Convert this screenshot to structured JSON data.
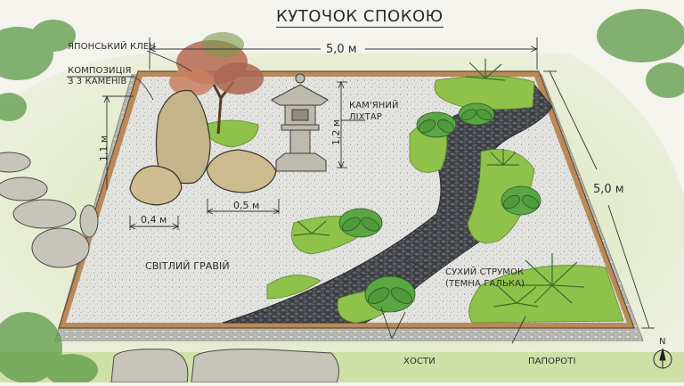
{
  "title": "КУТОЧОК СПОКОЮ",
  "labels": {
    "japanese_maple": "ЯПОНСЬКИЙ КЛЕН",
    "stone_composition_line1": "КОМПОЗИЦІЯ",
    "stone_composition_line2": "З 3 КАМЕНІВ",
    "stone_lantern_line1": "КАМ'ЯНИЙ",
    "stone_lantern_line2": "ЛІХТАР",
    "light_gravel": "СВІТЛИЙ ГРАВІЙ",
    "dry_stream_line1": "СУХИЙ СТРУМОК",
    "dry_stream_line2": "(ТЕМНА ГАЛЬКА)",
    "hostas": "ХОСТИ",
    "ferns": "ПАПОРОТІ"
  },
  "dimensions": {
    "width_top": "5,0 м",
    "depth_right": "5,0 м",
    "stone_height": "1,1 м",
    "lantern_height": "1,2 м",
    "small_stone_width": "0,4 м",
    "round_stone_width": "0,5 м"
  },
  "compass": {
    "label": "N"
  },
  "colors": {
    "background": "#f4f3ee",
    "lawn": "#c9dca0",
    "gravel": "#e2e2df",
    "dark_pebbles": "#4a4d52",
    "wood_border": "#b88a5a",
    "moss": "#8fc04a",
    "foliage": "#4e8f3a",
    "maple": "#b8705a",
    "stone": "#c9b98e",
    "lantern": "#b9b5a8"
  }
}
